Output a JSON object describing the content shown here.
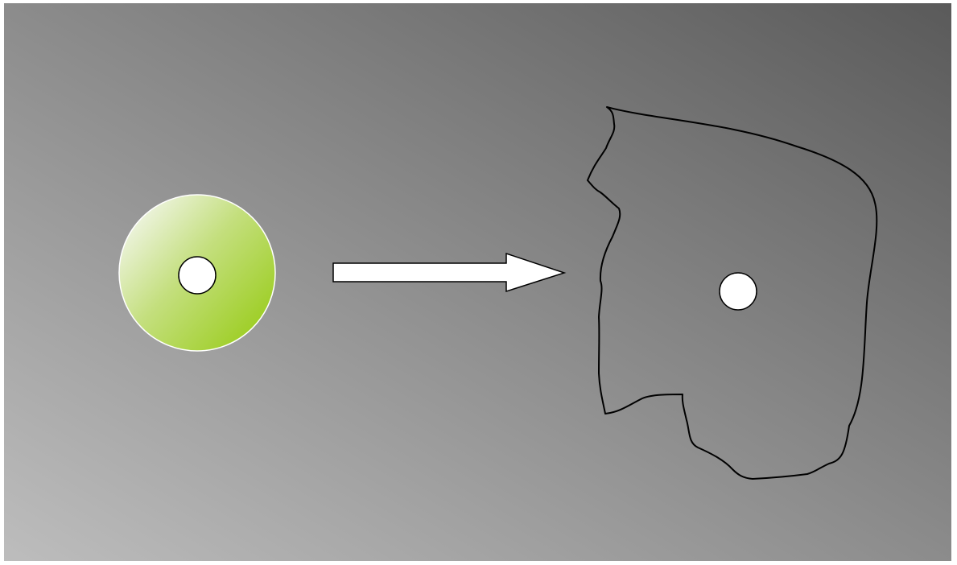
{
  "colors": {
    "background_start": "#bdbdbd",
    "background_end": "#5a5a5a",
    "disc_green": "#99cc1a",
    "disc_highlight": "#f4f7ee",
    "hole_fill": "#ffffff",
    "outline": "#000000",
    "arrow_fill": "#ffffff"
  },
  "elements": {
    "disc": {
      "shape": "circle",
      "icon": "cd-disc-icon"
    },
    "arrow": {
      "shape": "right-arrow",
      "icon": "arrow-right-icon"
    },
    "fragment": {
      "shape": "irregular-outline",
      "icon": "broken-fragment-icon"
    }
  }
}
